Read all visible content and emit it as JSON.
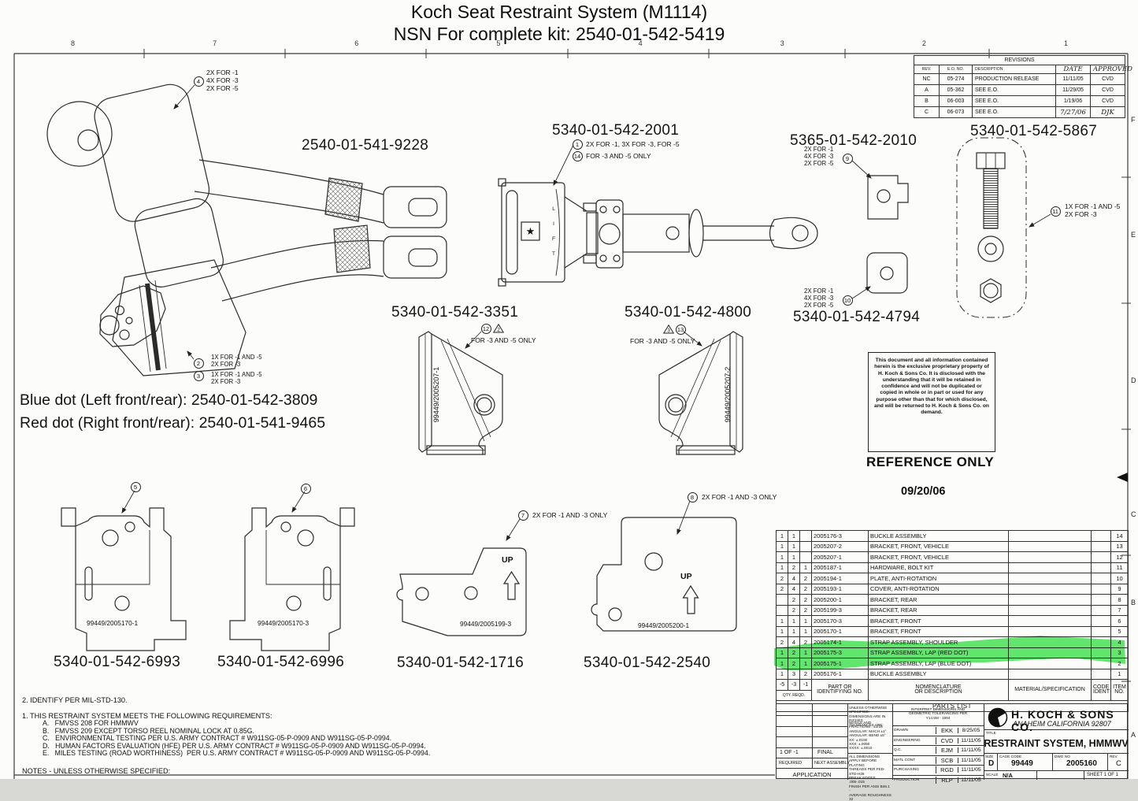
{
  "page": {
    "title_line1": "Koch Seat Restraint System (M1114)",
    "title_line2": "NSN For complete kit: 2540-01-542-5419",
    "zone_numbers_top": [
      "8",
      "7",
      "6",
      "5",
      "4",
      "3",
      "2",
      "1"
    ],
    "zone_letters_right": [
      "F",
      "E",
      "D",
      "C",
      "B",
      "A"
    ]
  },
  "revisions": {
    "title": "REVISIONS",
    "headers": [
      "REV.",
      "E.O. NO.",
      "DESCRIPTION",
      "DATE",
      "APPROVED"
    ],
    "rows": [
      {
        "rev": "NC",
        "eo": "05-274",
        "desc": "PRODUCTION RELEASE",
        "date": "11/11/05",
        "appr": "CVD"
      },
      {
        "rev": "A",
        "eo": "05-362",
        "desc": "SEE E.O.",
        "date": "11/29/05",
        "appr": "CVD"
      },
      {
        "rev": "B",
        "eo": "06-003",
        "desc": "SEE E.O.",
        "date": "1/19/06",
        "appr": "CVD"
      },
      {
        "rev": "C",
        "eo": "06-073",
        "desc": "SEE E.O.",
        "date": "7/27/06",
        "appr": "DJK"
      }
    ]
  },
  "labels": {
    "shoulder_strap_nsn": "2540-01-541-9228",
    "buckle_assy_nsn": "5340-01-542-2001",
    "plate_nsn": "5365-01-542-2010",
    "bolt_kit_nsn": "5340-01-542-5867",
    "bracket_front_veh_1_nsn": "5340-01-542-3351",
    "bracket_front_veh_2_nsn": "5340-01-542-4800",
    "cover_nsn": "5340-01-542-4794",
    "blue_dot_line": "Blue dot (Left front/rear): 2540-01-542-3809",
    "red_dot_line": "Red dot (Right front/rear): 2540-01-541-9465",
    "bracket_front_1_nsn": "5340-01-542-6993",
    "bracket_front_3_nsn": "5340-01-542-6996",
    "bracket_rear_1_nsn": "5340-01-542-1716",
    "bracket_rear_2_nsn": "5340-01-542-2540"
  },
  "callouts": {
    "c4": {
      "num": "4",
      "text": "2X FOR -1\n4X FOR -3\n2X FOR -5"
    },
    "c1": {
      "num": "1",
      "text": "2X FOR -1, 3X FOR -3, FOR -5"
    },
    "c14": {
      "num": "14",
      "text": "FOR -3 AND -5 ONLY"
    },
    "c9": {
      "num": "9",
      "text": "2X FOR -1\n4X FOR -3\n2X FOR -5"
    },
    "c10": {
      "num": "10",
      "text": "2X FOR -1\n4X FOR -3\n2X FOR -5"
    },
    "c11": {
      "num": "11",
      "text": "1X FOR -1 AND -5\n2X FOR -3"
    },
    "c2": {
      "num": "2",
      "text": "1X FOR -1 AND -5\n2X FOR -3"
    },
    "c3": {
      "num": "3",
      "text": "1X FOR -1 AND -5\n2X FOR -3"
    },
    "c12": {
      "num": "12",
      "tri": "2",
      "text": "FOR -3 AND -5 ONLY"
    },
    "c13": {
      "num": "13",
      "tri": "3",
      "text": "FOR -3 AND -5 ONLY"
    },
    "c5": {
      "num": "5"
    },
    "c6": {
      "num": "6"
    },
    "c7": {
      "num": "7",
      "text": "2X FOR -1 AND -3 ONLY"
    },
    "c8": {
      "num": "8",
      "text": "2X FOR -1 AND -3 ONLY"
    }
  },
  "drawing_texts": {
    "lift": "L\nI\nF\nT",
    "up": "UP",
    "pn_207_1": "99449/2005207-1",
    "pn_207_2": "99449/2005207-2",
    "pn_170_1": "99449/2005170-1",
    "pn_170_3": "99449/2005170-3",
    "pn_199_3": "99449/2005199-3",
    "pn_200_1": "99449/2005200-1"
  },
  "icons": {
    "star": "★"
  },
  "stamps": {
    "proprietary": "This document and all information contained herein is the exclusive proprietary property of H. Koch & Sons Co.  It is disclosed with the understanding that it will be retained in confidence and will not be duplicated or copied in whole or in part or used for any purpose other than that for which disclosed, and will be returned to H. Koch & Sons Co. on demand.",
    "reference_only": "REFERENCE ONLY",
    "reference_date": "09/20/06"
  },
  "parts_list": {
    "caption": "PARTS LIST",
    "qty_footer": [
      "-5",
      "-3",
      "-1"
    ],
    "qty_label": "QTY. REQD.",
    "col_labels": {
      "part": "PART OR\nIDENTIFYING NO.",
      "nomen": "NOMENCLATURE\nOR DESCRIPTION",
      "material": "MATERIAL/SPECIFICATION",
      "code": "CODE\nIDENT",
      "item": "ITEM\nNO."
    },
    "rows": [
      {
        "q5": "1",
        "q3": "1",
        "q1": "",
        "part": "2005176-3",
        "nomen": "BUCKLE ASSEMBLY",
        "material": "",
        "code": "",
        "item": "14"
      },
      {
        "q5": "1",
        "q3": "1",
        "q1": "",
        "part": "2005207-2",
        "nomen": "BRACKET, FRONT, VEHICLE",
        "material": "",
        "code": "",
        "item": "13"
      },
      {
        "q5": "1",
        "q3": "1",
        "q1": "",
        "part": "2005207-1",
        "nomen": "BRACKET, FRONT, VEHICLE",
        "material": "",
        "code": "",
        "item": "12"
      },
      {
        "q5": "1",
        "q3": "2",
        "q1": "1",
        "part": "2005187-1",
        "nomen": "HARDWARE, BOLT KIT",
        "material": "",
        "code": "",
        "item": "11"
      },
      {
        "q5": "2",
        "q3": "4",
        "q1": "2",
        "part": "2005194-1",
        "nomen": "PLATE, ANTI-ROTATION",
        "material": "",
        "code": "",
        "item": "10"
      },
      {
        "q5": "2",
        "q3": "4",
        "q1": "2",
        "part": "2005193-1",
        "nomen": "COVER, ANTI-ROTATION",
        "material": "",
        "code": "",
        "item": "9"
      },
      {
        "q5": "",
        "q3": "2",
        "q1": "2",
        "part": "2005200-1",
        "nomen": "BRACKET, REAR",
        "material": "",
        "code": "",
        "item": "8"
      },
      {
        "q5": "",
        "q3": "2",
        "q1": "2",
        "part": "2005199-3",
        "nomen": "BRACKET, REAR",
        "material": "",
        "code": "",
        "item": "7"
      },
      {
        "q5": "1",
        "q3": "1",
        "q1": "1",
        "part": "2005170-3",
        "nomen": "BRACKET, FRONT",
        "material": "",
        "code": "",
        "item": "6"
      },
      {
        "q5": "1",
        "q3": "1",
        "q1": "1",
        "part": "2005170-1",
        "nomen": "BRACKET, FRONT",
        "material": "",
        "code": "",
        "item": "5"
      },
      {
        "q5": "2",
        "q3": "4",
        "q1": "2",
        "part": "2005174-1",
        "nomen": "STRAP ASSEMBLY, SHOULDER",
        "material": "",
        "code": "",
        "item": "4"
      },
      {
        "q5": "1",
        "q3": "2",
        "q1": "1",
        "part": "2005175-3",
        "nomen": "STRAP ASSEMBLY, LAP (RED DOT)",
        "material": "",
        "code": "",
        "item": "3"
      },
      {
        "q5": "1",
        "q3": "2",
        "q1": "1",
        "part": "2005175-1",
        "nomen": "STRAP ASSEMBLY, LAP (BLUE DOT)",
        "material": "",
        "code": "",
        "item": "2"
      },
      {
        "q5": "1",
        "q3": "3",
        "q1": "2",
        "part": "2005176-1",
        "nomen": "BUCKLE ASSEMBLY",
        "material": "",
        "code": "",
        "item": "1"
      }
    ]
  },
  "title_block": {
    "tolerances_title": "UNLESS OTHERWISE SPECIFIED:\nDIMENSIONS ARE IN INCHES\nTOLERANCES ARE:",
    "tolerances_body": "WHOLE AND FRACTIONS : ±1/16\nANGULAR: MACH ±1°\nANGULAR: BEND ±5°\nXX: ±.0100\nXXX: ±.0050\nXXXX: ±.0010",
    "plating_note": "ALL DIMENSIONS APPLY BEFORE\nPLATING\nTHREADS PER FED-STD-H28\nBREAK EDGES .005-.015\nFINISH PER ANSI B46.1 -\nAVERAGE ROUGHNESS 32",
    "interpret_note": "INTERPRET DIMENSIONS AND\nGEOMETRIC TOLERANCING PER\nY14.5M - 1994",
    "signoff": [
      {
        "role": "DRAWN",
        "init": "EKK",
        "date": "8/25/05"
      },
      {
        "role": "ENGINEERING",
        "init": "CVD",
        "date": "11/11/05"
      },
      {
        "role": "Q.C.",
        "init": "EJM",
        "date": "11/11/05"
      },
      {
        "role": "MATL CONT",
        "init": "SCB",
        "date": "11/11/05"
      },
      {
        "role": "PURCHASING",
        "init": "RGD",
        "date": "11/11/05"
      },
      {
        "role": "PRODUCTION",
        "init": "RLP",
        "date": "11/11/05"
      }
    ],
    "company_name": "H. KOCH & SONS CO.",
    "company_city": "ANAHEIM CALIFORNIA 92807",
    "title_label": "TITLE",
    "drawing_title": "RESTRAINT SYSTEM, HMMWV",
    "size_label": "SIZE",
    "size": "D",
    "cage_label": "CAGE CODE",
    "cage": "99449",
    "dwg_label": "DWG NO",
    "dwg": "2005160",
    "rev_label": "REV",
    "rev": "C",
    "scale_label": "SCALE",
    "scale": "N/A",
    "sheet": "SHEET 1 OF 1",
    "application": {
      "row1_left": "1 OF -1",
      "row1_right": "FINAL",
      "row2_left": "REQUIRED",
      "row2_right": "NEXT ASSEMBLY",
      "caption": "APPLICATION"
    }
  },
  "notes": {
    "note2": "2. IDENTIFY PER MIL-STD-130.",
    "note1": "1. THIS RESTRAINT SYSTEM MEETS THE FOLLOWING REQUIREMENTS:",
    "subnotes": [
      "A.   FMVSS 208 FOR HMMWV",
      "B.   FMVSS 209 EXCEPT TORSO REEL NOMINAL LOCK AT 0.85G.",
      "C.   ENVIRONMENTAL TESTING PER U.S. ARMY CONTRACT # W911SG-05-P-0909 AND W911SG-05-P-0994.",
      "D.   HUMAN FACTORS EVALUATION (HFE) PER U.S. ARMY CONTRACT # W911SG-05-P-0909 AND W911SG-05-P-0994.",
      "E.   MILES TESTING (ROAD WORTHINESS)  PER U.S. ARMY CONTRACT # W911SG-05-P-0909 AND W911SG-05-P-0994."
    ],
    "footer": "NOTES - UNLESS OTHERWISE SPECIFIED:"
  },
  "colors": {
    "highlight": "#3ce24a",
    "line": "#2b2b2b"
  }
}
